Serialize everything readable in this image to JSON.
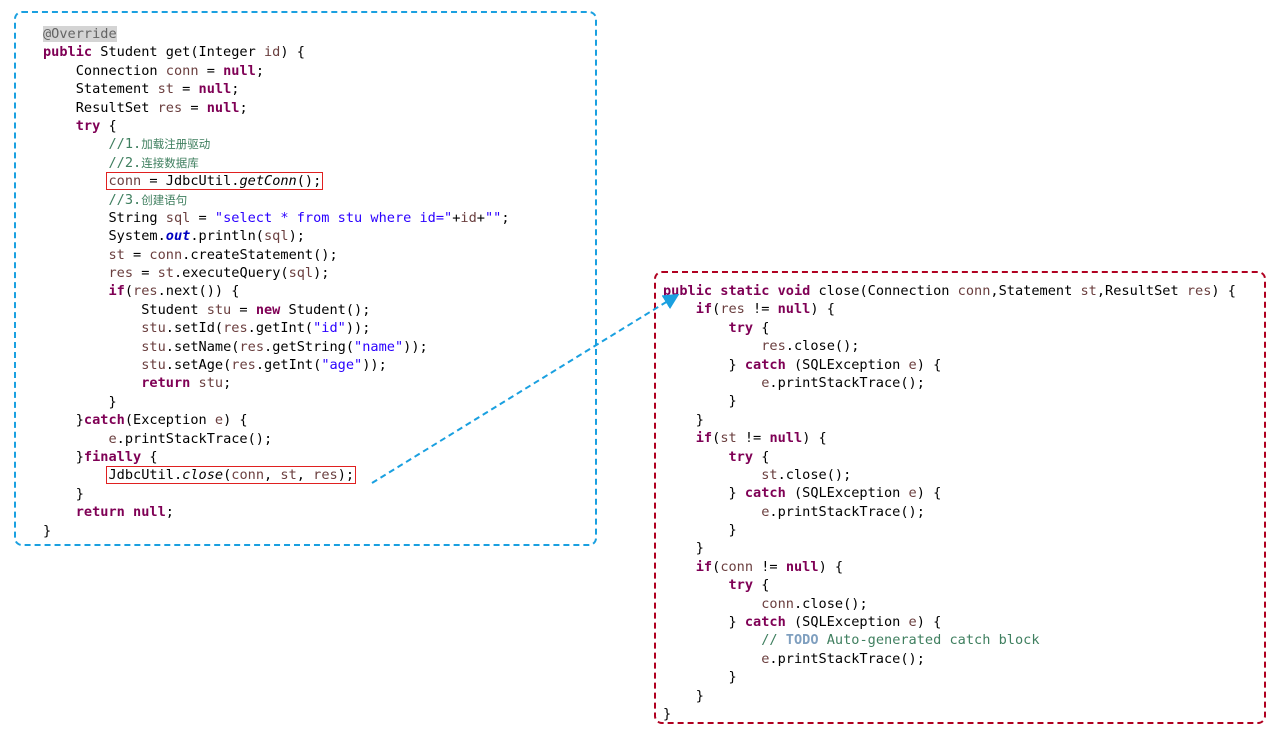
{
  "get_method": {
    "lines": [
      [
        {
          "t": "@Override",
          "c": "anno"
        }
      ],
      [
        {
          "t": "public",
          "c": "kw"
        },
        {
          "t": " Student get(Integer "
        },
        {
          "t": "id",
          "c": "var"
        },
        {
          "t": ") {"
        }
      ],
      [
        {
          "t": "    Connection "
        },
        {
          "t": "conn",
          "c": "var"
        },
        {
          "t": " = "
        },
        {
          "t": "null",
          "c": "kw"
        },
        {
          "t": ";"
        }
      ],
      [
        {
          "t": "    Statement "
        },
        {
          "t": "st",
          "c": "var"
        },
        {
          "t": " = "
        },
        {
          "t": "null",
          "c": "kw"
        },
        {
          "t": ";"
        }
      ],
      [
        {
          "t": "    ResultSet "
        },
        {
          "t": "res",
          "c": "var"
        },
        {
          "t": " = "
        },
        {
          "t": "null",
          "c": "kw"
        },
        {
          "t": ";"
        }
      ],
      [
        {
          "t": "    "
        },
        {
          "t": "try",
          "c": "kw"
        },
        {
          "t": " {"
        }
      ],
      [
        {
          "t": "        "
        },
        {
          "t": "//1.",
          "c": "cmt"
        },
        {
          "t": "加载注册驱动",
          "c": "cmt-cn"
        }
      ],
      [
        {
          "t": "        "
        },
        {
          "t": "//2.",
          "c": "cmt"
        },
        {
          "t": "连接数据库",
          "c": "cmt-cn"
        }
      ],
      [
        {
          "t": "        "
        },
        {
          "group": "highlight",
          "name": "get-conn-highlight",
          "parts": [
            {
              "t": "conn",
              "c": "var"
            },
            {
              "t": " = JdbcUtil."
            },
            {
              "t": "getConn",
              "c": "static-method"
            },
            {
              "t": "();"
            }
          ]
        }
      ],
      [
        {
          "t": "        "
        },
        {
          "t": "//3.",
          "c": "cmt"
        },
        {
          "t": "创建语句",
          "c": "cmt-cn"
        }
      ],
      [
        {
          "t": "        String "
        },
        {
          "t": "sql",
          "c": "var"
        },
        {
          "t": " = "
        },
        {
          "t": "\"select * from stu where id=\"",
          "c": "str"
        },
        {
          "t": "+"
        },
        {
          "t": "id",
          "c": "var"
        },
        {
          "t": "+"
        },
        {
          "t": "\"\"",
          "c": "str"
        },
        {
          "t": ";"
        }
      ],
      [
        {
          "t": "        System."
        },
        {
          "t": "out",
          "c": "static-field"
        },
        {
          "t": ".println("
        },
        {
          "t": "sql",
          "c": "var"
        },
        {
          "t": ");"
        }
      ],
      [
        {
          "t": "        "
        },
        {
          "t": "st",
          "c": "var"
        },
        {
          "t": " = "
        },
        {
          "t": "conn",
          "c": "var"
        },
        {
          "t": ".createStatement();"
        }
      ],
      [
        {
          "t": "        "
        },
        {
          "t": "res",
          "c": "var"
        },
        {
          "t": " = "
        },
        {
          "t": "st",
          "c": "var"
        },
        {
          "t": ".executeQuery("
        },
        {
          "t": "sql",
          "c": "var"
        },
        {
          "t": ");"
        }
      ],
      [
        {
          "t": "        "
        },
        {
          "t": "if",
          "c": "kw"
        },
        {
          "t": "("
        },
        {
          "t": "res",
          "c": "var"
        },
        {
          "t": ".next()) {"
        }
      ],
      [
        {
          "t": "            Student "
        },
        {
          "t": "stu",
          "c": "var"
        },
        {
          "t": " = "
        },
        {
          "t": "new",
          "c": "kw"
        },
        {
          "t": " Student();"
        }
      ],
      [
        {
          "t": "            "
        },
        {
          "t": "stu",
          "c": "var"
        },
        {
          "t": ".setId("
        },
        {
          "t": "res",
          "c": "var"
        },
        {
          "t": ".getInt("
        },
        {
          "t": "\"id\"",
          "c": "str"
        },
        {
          "t": "));"
        }
      ],
      [
        {
          "t": "            "
        },
        {
          "t": "stu",
          "c": "var"
        },
        {
          "t": ".setName("
        },
        {
          "t": "res",
          "c": "var"
        },
        {
          "t": ".getString("
        },
        {
          "t": "\"name\"",
          "c": "str"
        },
        {
          "t": "));"
        }
      ],
      [
        {
          "t": "            "
        },
        {
          "t": "stu",
          "c": "var"
        },
        {
          "t": ".setAge("
        },
        {
          "t": "res",
          "c": "var"
        },
        {
          "t": ".getInt("
        },
        {
          "t": "\"age\"",
          "c": "str"
        },
        {
          "t": "));"
        }
      ],
      [
        {
          "t": "            "
        },
        {
          "t": "return",
          "c": "kw"
        },
        {
          "t": " "
        },
        {
          "t": "stu",
          "c": "var"
        },
        {
          "t": ";"
        }
      ],
      [
        {
          "t": "        }"
        }
      ],
      [
        {
          "t": "    }"
        },
        {
          "t": "catch",
          "c": "kw"
        },
        {
          "t": "(Exception "
        },
        {
          "t": "e",
          "c": "var"
        },
        {
          "t": ") {"
        }
      ],
      [
        {
          "t": "        "
        },
        {
          "t": "e",
          "c": "var"
        },
        {
          "t": ".printStackTrace();"
        }
      ],
      [
        {
          "t": "    }"
        },
        {
          "t": "finally",
          "c": "kw"
        },
        {
          "t": " {"
        }
      ],
      [
        {
          "t": "        "
        },
        {
          "group": "highlight",
          "name": "close-call-highlight",
          "parts": [
            {
              "t": "JdbcUtil."
            },
            {
              "t": "close",
              "c": "static-method"
            },
            {
              "t": "("
            },
            {
              "t": "conn",
              "c": "var"
            },
            {
              "t": ", "
            },
            {
              "t": "st",
              "c": "var"
            },
            {
              "t": ", "
            },
            {
              "t": "res",
              "c": "var"
            },
            {
              "t": ");"
            }
          ]
        }
      ],
      [
        {
          "t": "    }"
        }
      ],
      [
        {
          "t": "    "
        },
        {
          "t": "return",
          "c": "kw"
        },
        {
          "t": " "
        },
        {
          "t": "null",
          "c": "kw"
        },
        {
          "t": ";"
        }
      ],
      [
        {
          "t": "}"
        }
      ]
    ]
  },
  "close_method": {
    "lines": [
      [
        {
          "t": "public",
          "c": "kw"
        },
        {
          "t": " "
        },
        {
          "t": "static",
          "c": "kw"
        },
        {
          "t": " "
        },
        {
          "t": "void",
          "c": "kw"
        },
        {
          "t": " close(Connection "
        },
        {
          "t": "conn",
          "c": "var"
        },
        {
          "t": ",Statement "
        },
        {
          "t": "st",
          "c": "var"
        },
        {
          "t": ",ResultSet "
        },
        {
          "t": "res",
          "c": "var"
        },
        {
          "t": ") {"
        }
      ],
      [
        {
          "t": "    "
        },
        {
          "t": "if",
          "c": "kw"
        },
        {
          "t": "("
        },
        {
          "t": "res",
          "c": "var"
        },
        {
          "t": " != "
        },
        {
          "t": "null",
          "c": "kw"
        },
        {
          "t": ") {"
        }
      ],
      [
        {
          "t": "        "
        },
        {
          "t": "try",
          "c": "kw"
        },
        {
          "t": " {"
        }
      ],
      [
        {
          "t": "            "
        },
        {
          "t": "res",
          "c": "var"
        },
        {
          "t": ".close();"
        }
      ],
      [
        {
          "t": "        } "
        },
        {
          "t": "catch",
          "c": "kw"
        },
        {
          "t": " (SQLException "
        },
        {
          "t": "e",
          "c": "var"
        },
        {
          "t": ") {"
        }
      ],
      [
        {
          "t": "            "
        },
        {
          "t": "e",
          "c": "var"
        },
        {
          "t": ".printStackTrace();"
        }
      ],
      [
        {
          "t": "        }"
        }
      ],
      [
        {
          "t": "    }"
        }
      ],
      [
        {
          "t": "    "
        },
        {
          "t": "if",
          "c": "kw"
        },
        {
          "t": "("
        },
        {
          "t": "st",
          "c": "var"
        },
        {
          "t": " != "
        },
        {
          "t": "null",
          "c": "kw"
        },
        {
          "t": ") {"
        }
      ],
      [
        {
          "t": "        "
        },
        {
          "t": "try",
          "c": "kw"
        },
        {
          "t": " {"
        }
      ],
      [
        {
          "t": "            "
        },
        {
          "t": "st",
          "c": "var"
        },
        {
          "t": ".close();"
        }
      ],
      [
        {
          "t": "        } "
        },
        {
          "t": "catch",
          "c": "kw"
        },
        {
          "t": " (SQLException "
        },
        {
          "t": "e",
          "c": "var"
        },
        {
          "t": ") {"
        }
      ],
      [
        {
          "t": "            "
        },
        {
          "t": "e",
          "c": "var"
        },
        {
          "t": ".printStackTrace();"
        }
      ],
      [
        {
          "t": "        }"
        }
      ],
      [
        {
          "t": "    }"
        }
      ],
      [
        {
          "t": "    "
        },
        {
          "t": "if",
          "c": "kw"
        },
        {
          "t": "("
        },
        {
          "t": "conn",
          "c": "var"
        },
        {
          "t": " != "
        },
        {
          "t": "null",
          "c": "kw"
        },
        {
          "t": ") {"
        }
      ],
      [
        {
          "t": "        "
        },
        {
          "t": "try",
          "c": "kw"
        },
        {
          "t": " {"
        }
      ],
      [
        {
          "t": "            "
        },
        {
          "t": "conn",
          "c": "var"
        },
        {
          "t": ".close();"
        }
      ],
      [
        {
          "t": "        } "
        },
        {
          "t": "catch",
          "c": "kw"
        },
        {
          "t": " (SQLException "
        },
        {
          "t": "e",
          "c": "var"
        },
        {
          "t": ") {"
        }
      ],
      [
        {
          "t": "            "
        },
        {
          "t": "// ",
          "c": "cmt"
        },
        {
          "t": "TODO",
          "c": "todo"
        },
        {
          "t": " Auto-generated catch block",
          "c": "cmt"
        }
      ],
      [
        {
          "t": "            "
        },
        {
          "t": "e",
          "c": "var"
        },
        {
          "t": ".printStackTrace();"
        }
      ],
      [
        {
          "t": "        }"
        }
      ],
      [
        {
          "t": "    }"
        }
      ],
      [
        {
          "t": "}"
        }
      ]
    ]
  },
  "colors": {
    "get_box_border": "#1aa0e0",
    "close_box_border": "#b00020",
    "highlight_border": "#e02020",
    "connector": "#1aa0e0"
  }
}
